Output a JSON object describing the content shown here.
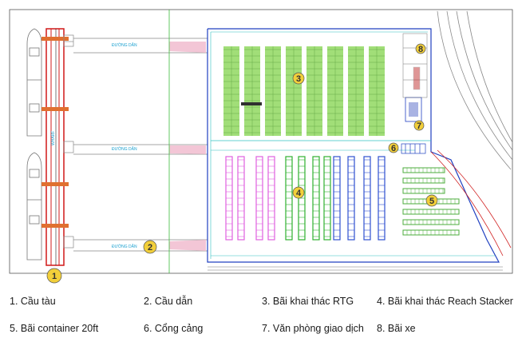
{
  "callouts": [
    {
      "number": "1"
    },
    {
      "number": "2"
    },
    {
      "number": "3"
    },
    {
      "number": "4"
    },
    {
      "number": "5"
    },
    {
      "number": "6"
    },
    {
      "number": "7"
    },
    {
      "number": "8"
    }
  ],
  "legend": [
    {
      "text": "1. Cầu tàu"
    },
    {
      "text": "2. Cầu dẫn"
    },
    {
      "text": "3. Bãi khai thác RTG"
    },
    {
      "text": "4. Bãi khai thác Reach Stacker"
    },
    {
      "text": "5. Bãi container 20ft"
    },
    {
      "text": "6. Cổng cảng"
    },
    {
      "text": "7. Văn phòng giao dịch"
    },
    {
      "text": "8. Bãi xe"
    }
  ],
  "colors": {
    "callout_fill": "#f2cf3a",
    "rtg_yard": "#90d860",
    "reach_magenta": "#e060e0",
    "reach_green": "#30b030",
    "reach_blue": "#3050d0",
    "container20": "#4cae3c",
    "wharf_red": "#d01818",
    "bridge_cyan": "#30b8d8",
    "boundary_blue": "#2040c0"
  }
}
